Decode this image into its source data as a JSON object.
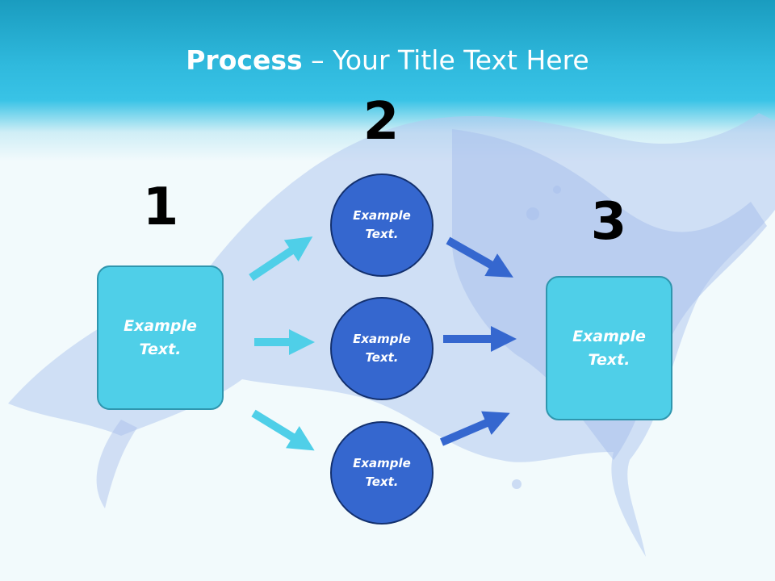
{
  "title": {
    "bold": "Process",
    "rest": " – Your Title Text Here"
  },
  "steps": [
    {
      "number": "1",
      "label": "Example Text."
    },
    {
      "number": "2",
      "items": [
        "Example Text.",
        "Example Text.",
        "Example Text."
      ]
    },
    {
      "number": "3",
      "label": "Example Text."
    }
  ],
  "colors": {
    "header": "#2fb9dd",
    "box_fill": "#4fcfe8",
    "circle_fill": "#3567cf",
    "arrow_light": "#4fcfe8",
    "arrow_dark": "#3567cf"
  }
}
